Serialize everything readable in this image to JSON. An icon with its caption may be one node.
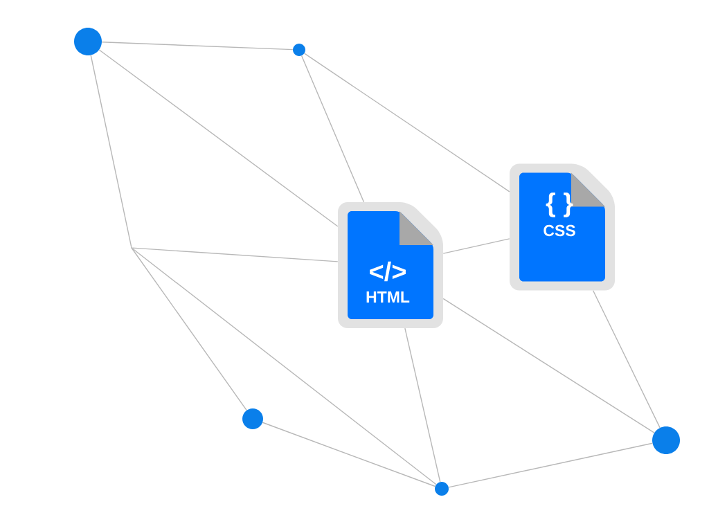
{
  "diagram": {
    "nodes": [
      {
        "text": [],
        "shape": "circle"
      },
      {
        "text": [],
        "shape": "circle"
      },
      {
        "text": [],
        "shape": "point"
      },
      {
        "text": [
          "</>",
          "HTML"
        ]
      },
      {
        "text": [
          "{ }",
          "CSS"
        ]
      },
      {
        "text": [],
        "shape": "circle"
      },
      {
        "text": [],
        "shape": "circle"
      },
      {
        "text": [],
        "shape": "circle"
      }
    ],
    "edges": [
      {
        "from": 0,
        "to": 1,
        "arrow": "none"
      },
      {
        "from": 0,
        "to": 3,
        "arrow": "none"
      },
      {
        "from": 0,
        "to": 2,
        "arrow": "none"
      },
      {
        "from": 1,
        "to": 3,
        "arrow": "none"
      },
      {
        "from": 1,
        "to": 4,
        "arrow": "none"
      },
      {
        "from": 2,
        "to": 3,
        "arrow": "none"
      },
      {
        "from": 3,
        "to": 4,
        "arrow": "none"
      },
      {
        "from": 2,
        "to": 5,
        "arrow": "none"
      },
      {
        "from": 2,
        "to": 7,
        "arrow": "none"
      },
      {
        "from": 3,
        "to": 7,
        "arrow": "none"
      },
      {
        "from": 3,
        "to": 6,
        "arrow": "none"
      },
      {
        "from": 4,
        "to": 6,
        "arrow": "none"
      },
      {
        "from": 5,
        "to": 7,
        "arrow": "none"
      },
      {
        "from": 7,
        "to": 6,
        "arrow": "none"
      }
    ]
  }
}
